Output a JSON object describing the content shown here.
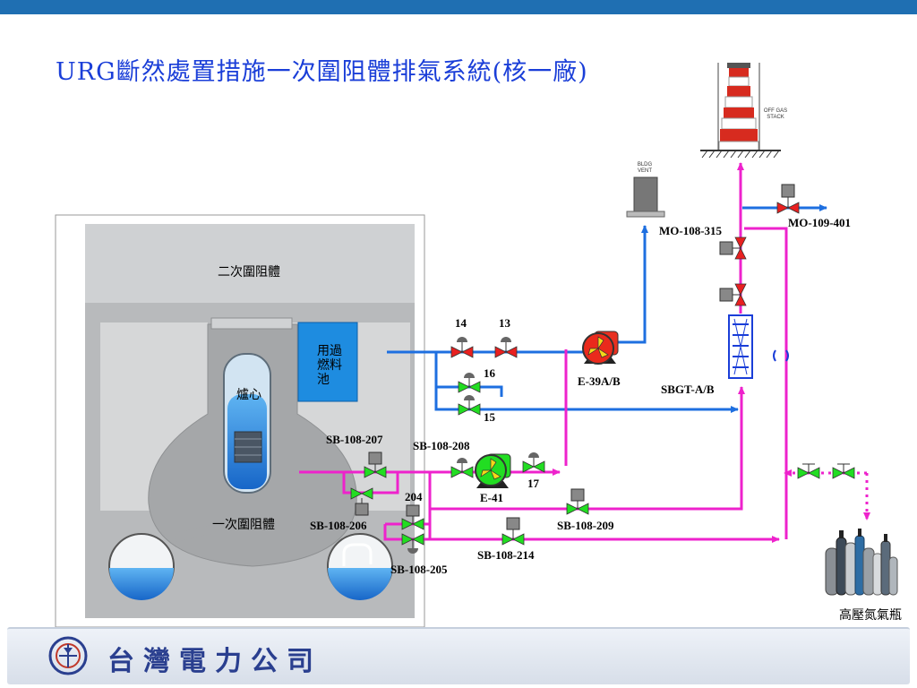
{
  "title": "URG斷然處置措施一次圍阻體排氣系統(核一廠)",
  "company_name": "台灣電力公司",
  "colors": {
    "header_bar": "#1f6fb2",
    "title_text": "#1a3ed8",
    "blue_line": "#1e6fe0",
    "magenta_line": "#ee22cc",
    "valve_green": "#22dd22",
    "valve_red": "#e82020",
    "concrete": "#b7b9bb",
    "water": "#1e8ce0"
  },
  "diagram": {
    "labels": {
      "secondary_containment": "二次圍阻體",
      "spent_fuel_pool": "用過\n燃料\n池",
      "reactor_core": "爐心",
      "primary_containment": "一次圍阻體",
      "high_pressure_nitrogen": "高壓氮氣瓶",
      "offgas_stack": "OFF GAS\nSTACK",
      "bldg_vent": "BLDG\nVENT",
      "sbgt": "SBGT-A/B",
      "fan_e39": "E-39A/B",
      "fan_e41": "E-41"
    },
    "valves": {
      "mo_108_315": "MO-108-315",
      "mo_109_401": "MO-109-401",
      "v14": "14",
      "v13": "13",
      "v16": "16",
      "v15": "15",
      "v17": "17",
      "sb_108_207": "SB-108-207",
      "sb_108_208": "SB-108-208",
      "v204": "204",
      "sb_108_206": "SB-108-206",
      "sb_108_205": "SB-108-205",
      "sb_108_209": "SB-108-209",
      "sb_108_214": "SB-108-214"
    }
  }
}
